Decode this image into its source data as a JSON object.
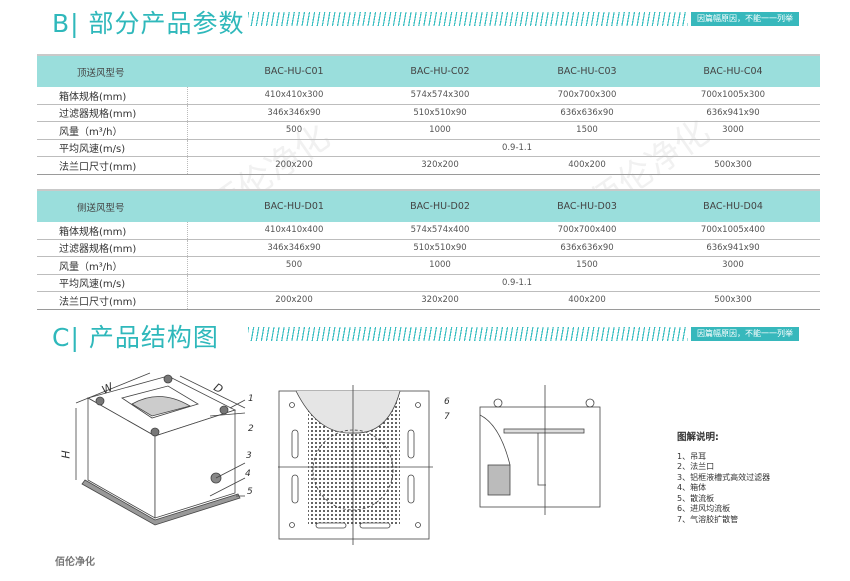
{
  "sectionB": {
    "title": "B| 部分产品参数",
    "note": "因篇幅原因，不能一一列举"
  },
  "table1": {
    "header": [
      "顶送风型号",
      "BAC-HU-C01",
      "BAC-HU-C02",
      "BAC-HU-C03",
      "BAC-HU-C04"
    ],
    "rows": [
      {
        "label": "箱体规格(mm)",
        "values": [
          "410x410x300",
          "574x574x300",
          "700x700x300",
          "700x1005x300"
        ]
      },
      {
        "label": "过滤器规格(mm)",
        "values": [
          "346x346x90",
          "510x510x90",
          "636x636x90",
          "636x941x90"
        ]
      },
      {
        "label": "风量（m³/h）",
        "values": [
          "500",
          "1000",
          "1500",
          "3000"
        ]
      },
      {
        "label": "平均风速(m/s)",
        "span": "0.9-1.1"
      },
      {
        "label": "法兰口尺寸(mm)",
        "values": [
          "200x200",
          "320x200",
          "400x200",
          "500x300"
        ]
      }
    ]
  },
  "table2": {
    "header": [
      "侧送风型号",
      "BAC-HU-D01",
      "BAC-HU-D02",
      "BAC-HU-D03",
      "BAC-HU-D04"
    ],
    "rows": [
      {
        "label": "箱体规格(mm)",
        "values": [
          "410x410x400",
          "574x574x400",
          "700x700x400",
          "700x1005x400"
        ]
      },
      {
        "label": "过滤器规格(mm)",
        "values": [
          "346x346x90",
          "510x510x90",
          "636x636x90",
          "636x941x90"
        ]
      },
      {
        "label": "风量（m³/h）",
        "values": [
          "500",
          "1000",
          "1500",
          "3000"
        ]
      },
      {
        "label": "平均风速(m/s)",
        "span": "0.9-1.1"
      },
      {
        "label": "法兰口尺寸(mm)",
        "values": [
          "200x200",
          "320x200",
          "400x200",
          "500x300"
        ]
      }
    ]
  },
  "sectionC": {
    "title": "C| 产品结构图",
    "note": "因篇幅原因，不能一一列举"
  },
  "diagram": {
    "dim_w": "W",
    "dim_d": "D",
    "dim_h": "H",
    "callouts": [
      "1",
      "2",
      "3",
      "4",
      "5",
      "6",
      "7"
    ]
  },
  "legend": {
    "title": "图解说明:",
    "items": [
      "1、吊耳",
      "2、法兰口",
      "3、铝框液槽式高效过滤器",
      "4、箱体",
      "5、散流板",
      "6、进风均流板",
      "7、气溶胶扩散管"
    ]
  },
  "watermark": "佰伦净化",
  "footer": "佰伦净化"
}
